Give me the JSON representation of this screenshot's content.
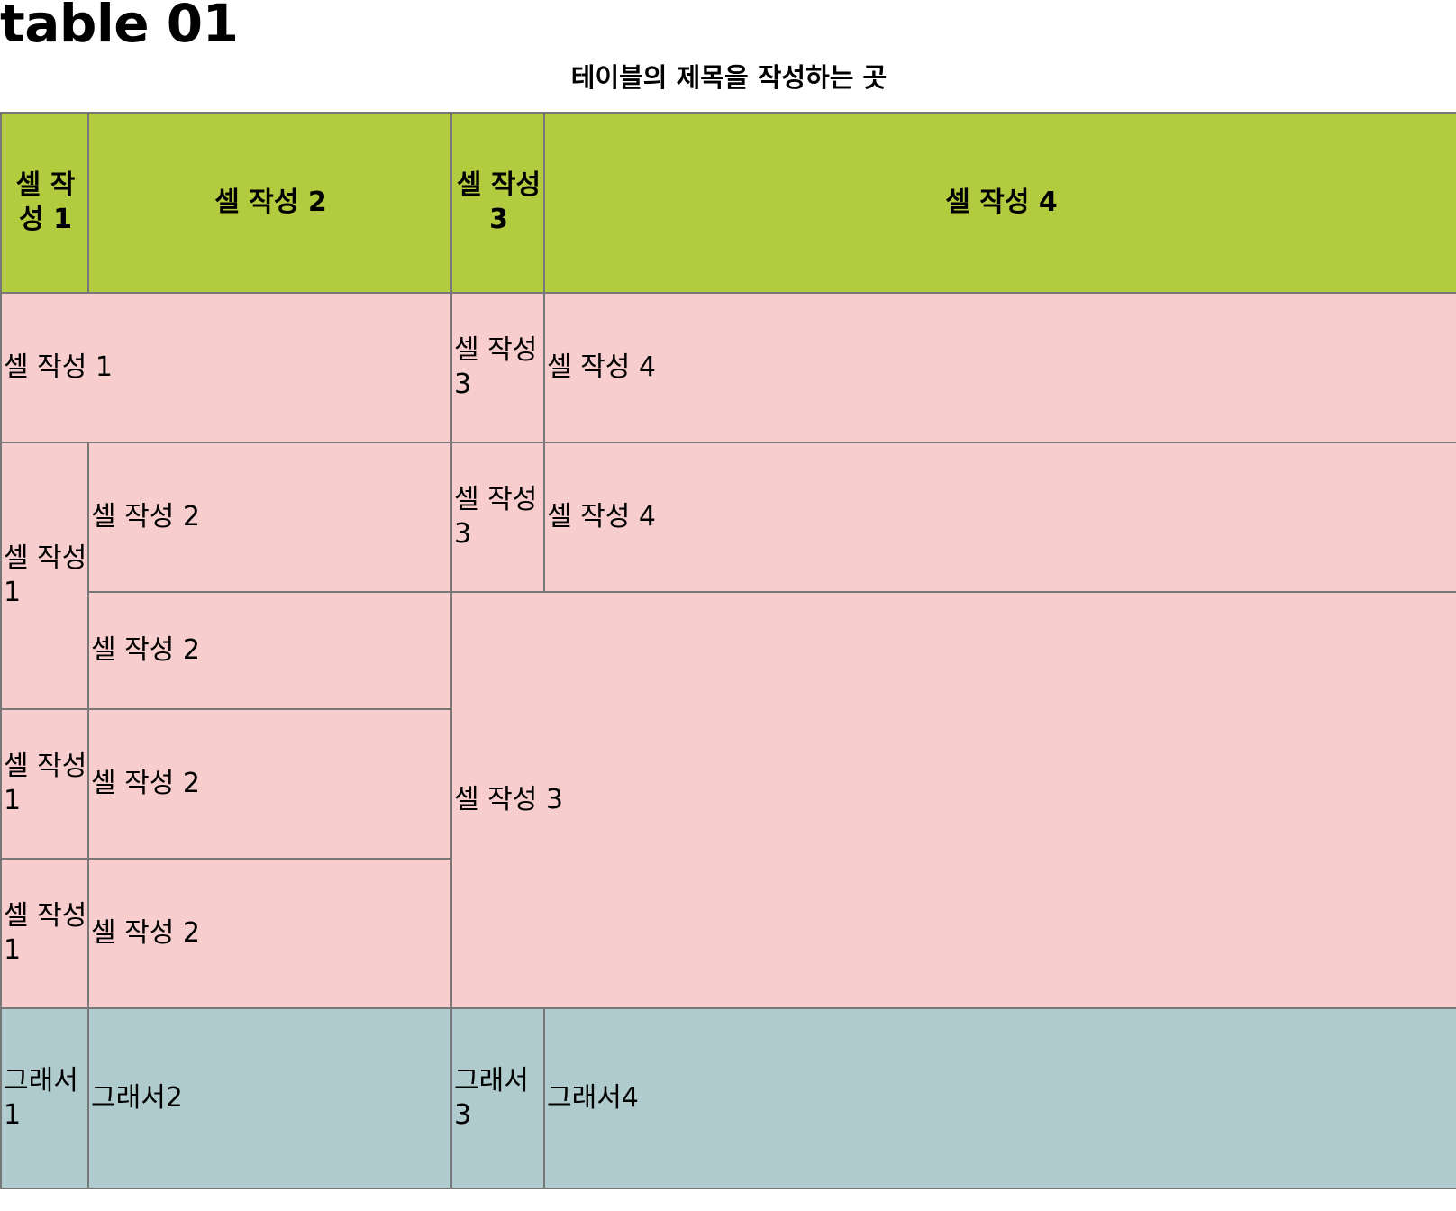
{
  "page": {
    "title": "table 01"
  },
  "table": {
    "caption": "테이블의 제목을 작성하는 곳",
    "header": [
      "셀 작성 1",
      "셀 작성 2",
      "셀 작성 3",
      "셀 작성 4"
    ],
    "rows": [
      [
        "셀 작성 1",
        "셀 작성 3",
        "셀 작성 4"
      ],
      [
        "셀 작성 1",
        "셀 작성 2",
        "셀 작성 3",
        "셀 작성 4"
      ],
      [
        "셀 작성 2",
        "셀 작성 3"
      ],
      [
        "셀 작성 1",
        "셀 작성 2"
      ],
      [
        "셀 작성 1",
        "셀 작성 2"
      ]
    ],
    "footer": [
      "그래서1",
      "그래서2",
      "그래서3",
      "그래서4"
    ]
  },
  "colors": {
    "header_bg": "#b3cb3f",
    "body_bg": "#f7cdce",
    "footer_bg": "#b0cbcd",
    "border": "#777777"
  }
}
